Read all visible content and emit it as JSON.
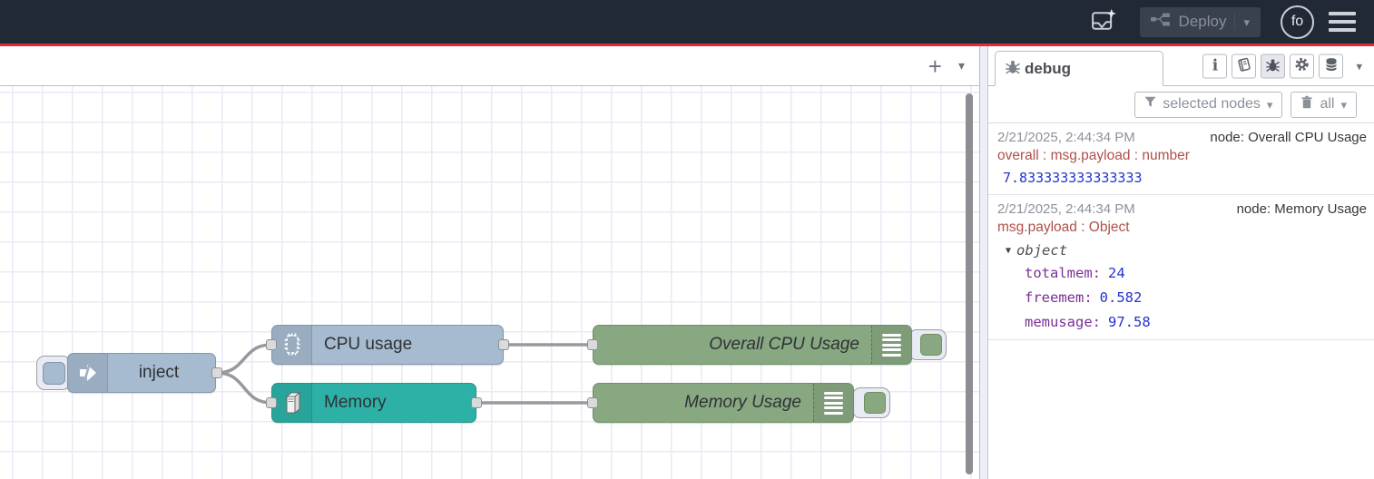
{
  "header": {
    "deploy_label": "Deploy",
    "avatar_initials": "fo"
  },
  "icons": {
    "caret_down": "▾",
    "tree_caret": "▼",
    "plus": "+",
    "info": "i"
  },
  "workspace": {
    "nodes": {
      "inject": {
        "label": "inject"
      },
      "cpu_usage": {
        "label": "CPU usage"
      },
      "memory": {
        "label": "Memory"
      },
      "overall_cpu_debug": {
        "label": "Overall CPU Usage"
      },
      "memory_debug": {
        "label": "Memory Usage"
      }
    }
  },
  "sidebar": {
    "tab_label": "debug",
    "filter_label": "selected nodes",
    "clear_label": "all",
    "messages": [
      {
        "timestamp": "2/21/2025, 2:44:34 PM",
        "node_name": "node: Overall CPU Usage",
        "meta": "overall : msg.payload : number",
        "value": "7.833333333333333"
      },
      {
        "timestamp": "2/21/2025, 2:44:34 PM",
        "node_name": "node: Memory Usage",
        "meta": "msg.payload : Object",
        "tree_root": "object",
        "entries": [
          {
            "key": "totalmem:",
            "value": "24"
          },
          {
            "key": "freemem:",
            "value": "0.582"
          },
          {
            "key": "memusage:",
            "value": "97.58"
          }
        ]
      }
    ]
  },
  "colors": {
    "header_bg": "#212936",
    "accent_red": "#dd2e35",
    "inject_node": "#a6bbcf",
    "memory_node": "#2db1a6",
    "debug_node": "#88a882",
    "debug_value_blue": "#2533cc",
    "debug_key_purple": "#7b2f97",
    "debug_meta_red": "#b0504b"
  }
}
